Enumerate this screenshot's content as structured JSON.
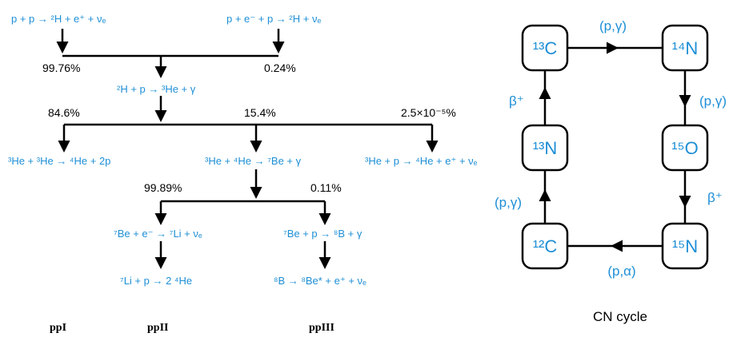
{
  "pp": {
    "top_left": "p + p → ²H + e⁺ + νₑ",
    "top_right": "p + e⁻ + p → ²H + νₑ",
    "pct_top_left": "99.76%",
    "pct_top_right": "0.24%",
    "deuterium": "²H + p → ³He + γ",
    "pct_ppI": "84.6%",
    "pct_ppII_branch": "15.4%",
    "pct_hep": "2.5×10⁻⁵%",
    "ppI_reaction": "³He + ³He → ⁴He + 2p",
    "he_he": "³He + ⁴He → ⁷Be + γ",
    "hep": "³He + p → ⁴He + e⁺ + νₑ",
    "pct_ppII": "99.89%",
    "pct_ppIII": "0.11%",
    "be_e": "⁷Be + e⁻ → ⁷Li + νₑ",
    "be_p": "⁷Be + p → ⁸B + γ",
    "li_p": "⁷Li + p → 2 ⁴He",
    "b_decay": "⁸B → ⁸Be* + e⁺ + νₑ",
    "label_ppI": "ppI",
    "label_ppII": "ppII",
    "label_ppIII": "ppIII"
  },
  "cn": {
    "nodes": {
      "c13": "¹³C",
      "n14": "¹⁴N",
      "n13": "¹³N",
      "o15": "¹⁵O",
      "c12": "¹²C",
      "n15": "¹⁵N"
    },
    "edges": {
      "top": "(p,γ)",
      "right_upper": "(p,γ)",
      "left_upper": "β⁺",
      "right_lower": "β⁺",
      "left_lower": "(p,γ)",
      "bottom": "(p,α)"
    },
    "caption": "CN cycle"
  },
  "colors": {
    "accent": "#1e8fd6",
    "line": "#000000"
  }
}
